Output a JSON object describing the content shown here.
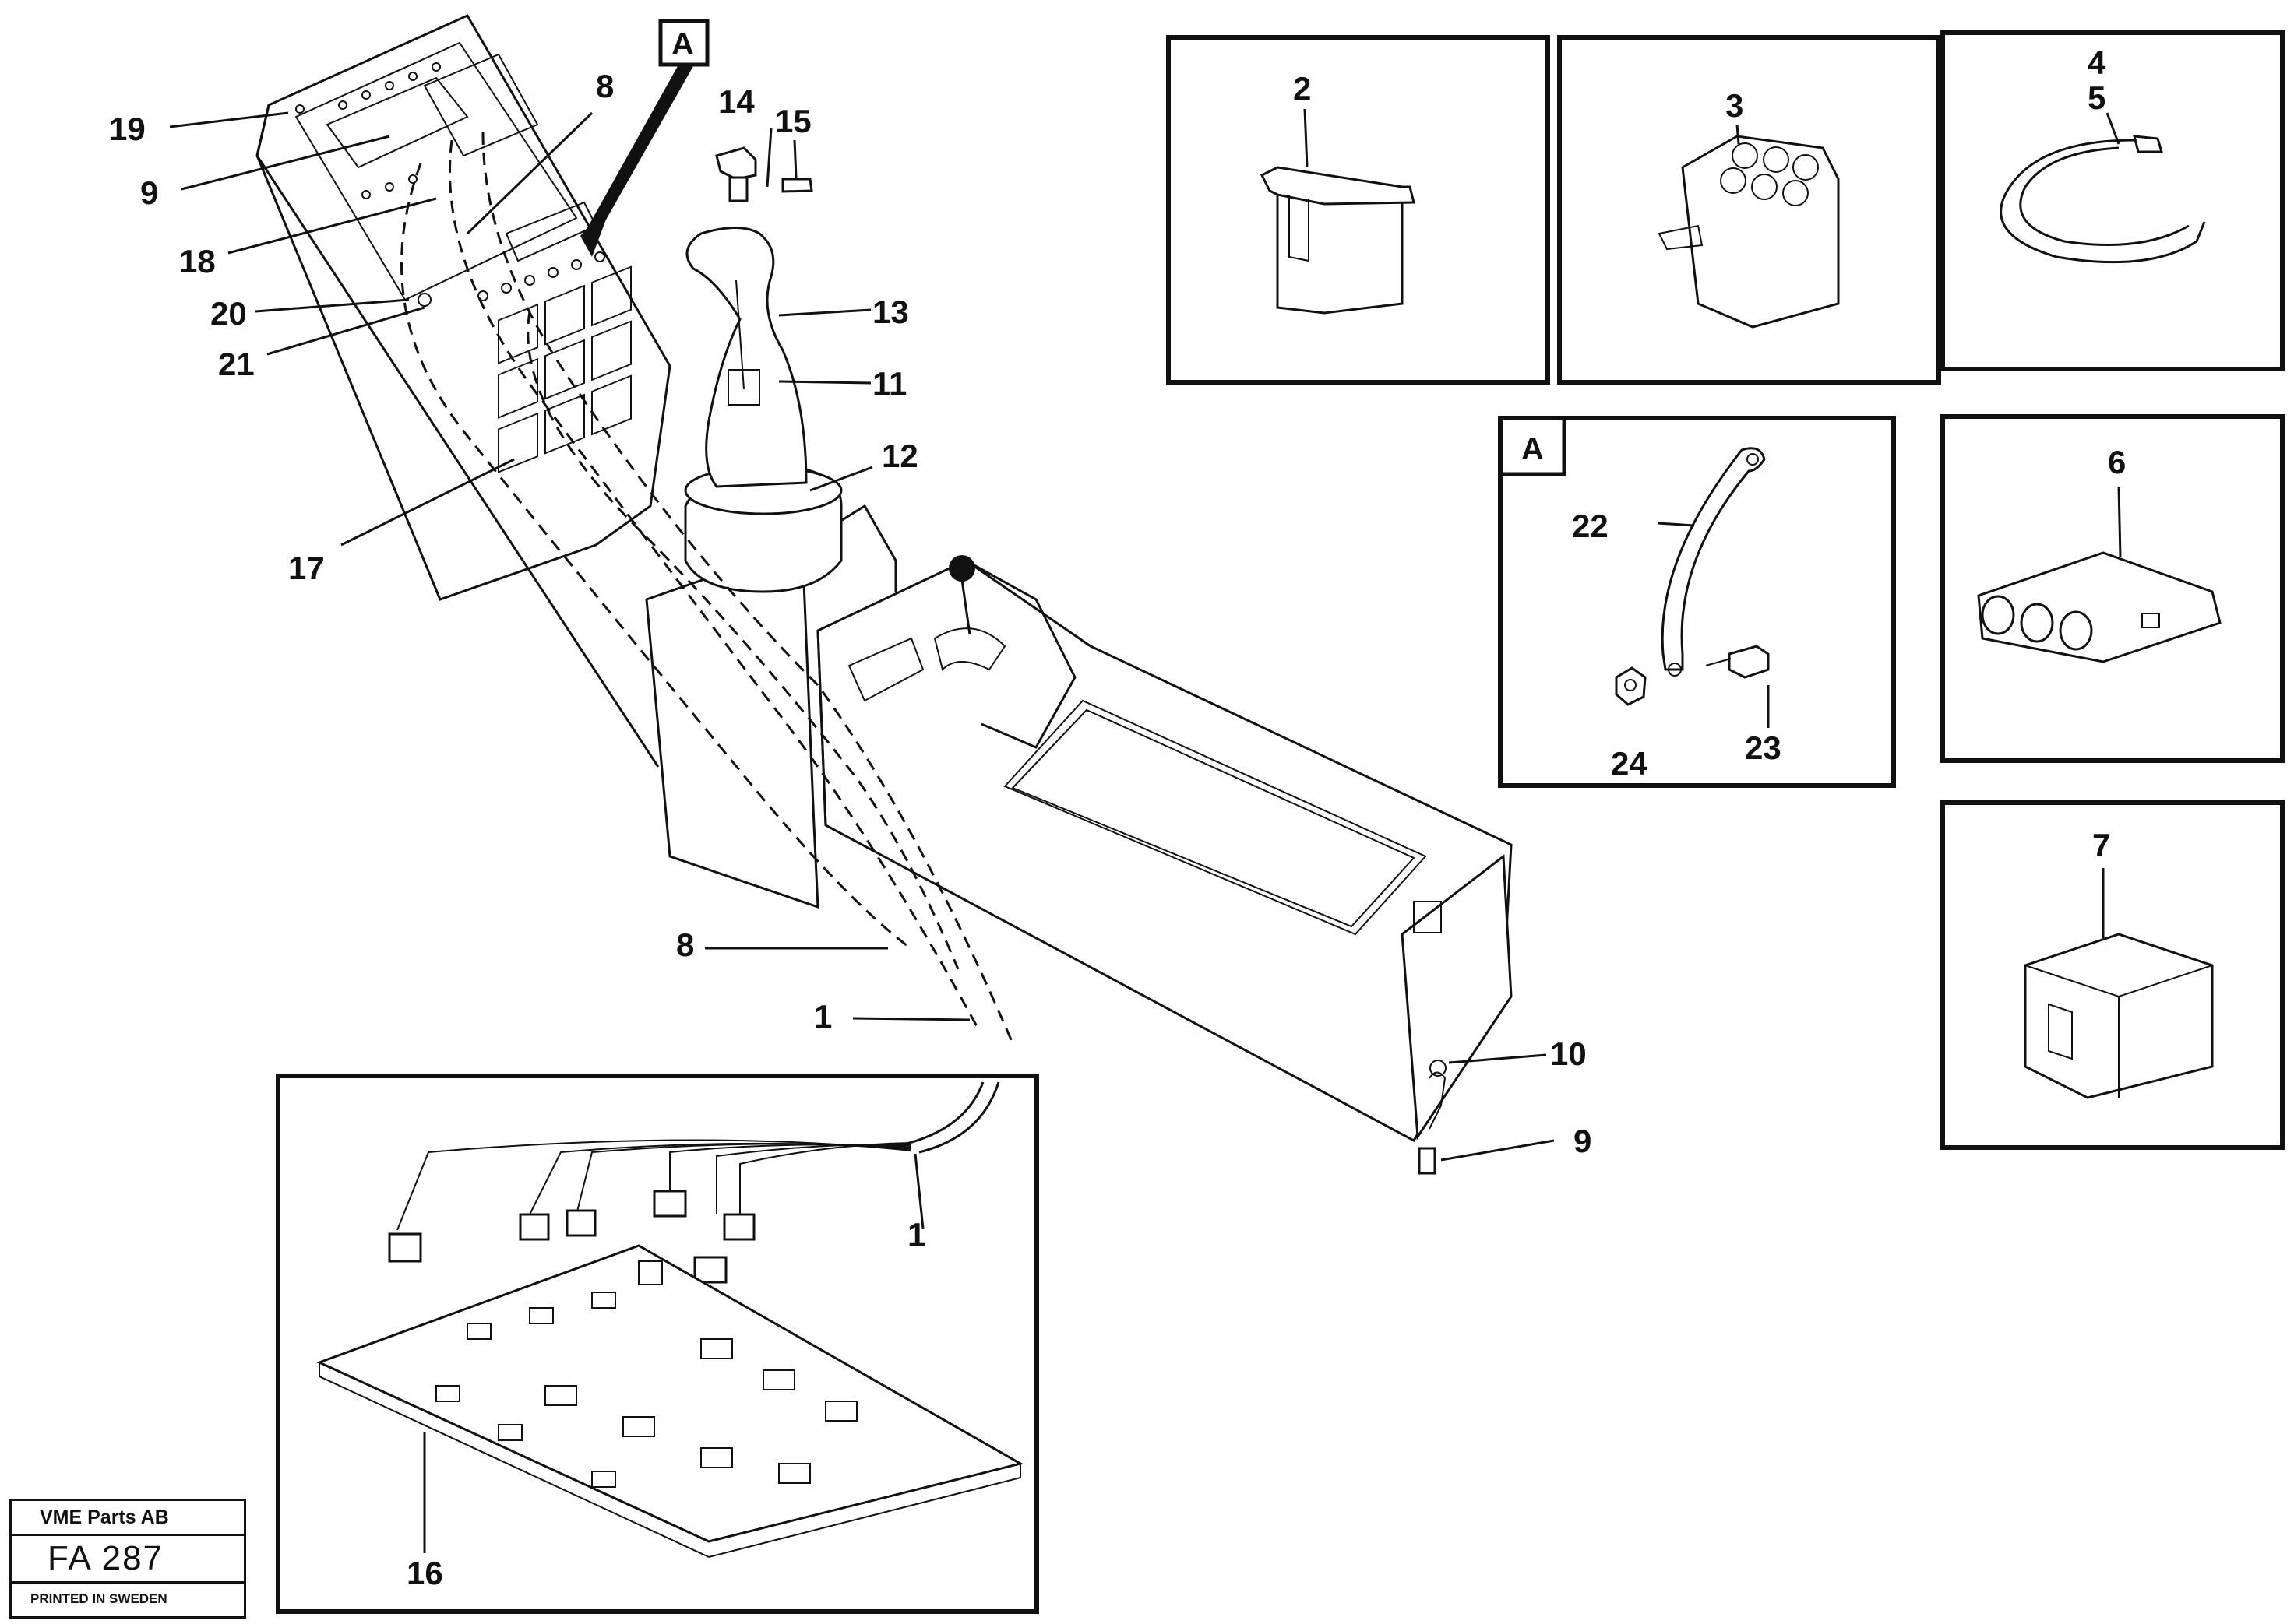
{
  "callouts": {
    "c19": "19",
    "c9a": "9",
    "c18": "18",
    "c20": "20",
    "c21": "21",
    "c17": "17",
    "c8a": "8",
    "cA": "A",
    "c14": "14",
    "c15": "15",
    "c13": "13",
    "c11": "11",
    "c12": "12",
    "c8b": "8",
    "c1a": "1",
    "c10": "10",
    "c9b": "9",
    "c1b": "1",
    "c16": "16",
    "c2": "2",
    "c3": "3",
    "c4": "4",
    "c5": "5",
    "cA2": "A",
    "c22": "22",
    "c23": "23",
    "c24": "24",
    "c6": "6",
    "c7": "7"
  },
  "stamp": {
    "company": "VME Parts AB",
    "code": "FA  287",
    "printed": "PRINTED IN SWEDEN"
  }
}
